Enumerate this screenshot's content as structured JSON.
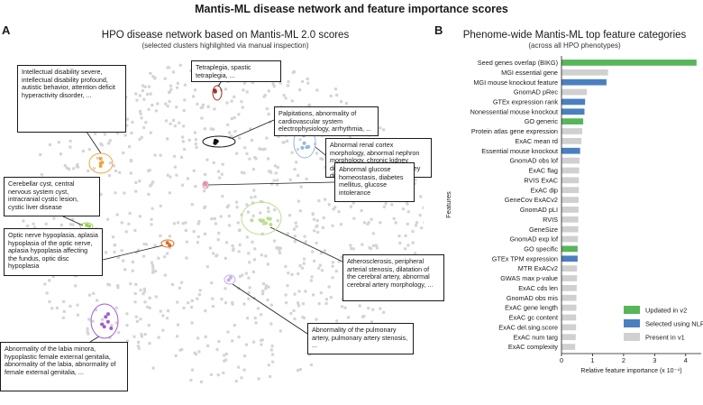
{
  "title": "Mantis-ML disease network and feature importance scores",
  "panel_a": {
    "letter": "A",
    "title": "HPO disease network based on Mantis-ML 2.0 scores",
    "subtitle": "(selected clusters highlighted via manual inspection)",
    "annotations": [
      {
        "text": "Intellectual disability severe, intellectual disability  profound, autistic behavior, attention deficit hyperactivity disorder, ...",
        "color": "#f2a43a"
      },
      {
        "text": "Tetraplegia, spastic tetraplegia, ...",
        "color": "#9a3327"
      },
      {
        "text": "Palpitations, abnormality of cardiovascular system electrophysiology, arrhythmia, ...",
        "color": "#111111"
      },
      {
        "text": "Abnormal renal cortex morphology, abnormal nephron morphology, chronic kidney disease, stage 5 chronic kidney disease, ...",
        "color": "#8fb8e0"
      },
      {
        "text": "Abnormal glucose homeostasis, diabetes mellitus, glucose intolerance",
        "color": "#e58ea5"
      },
      {
        "text": "Cerebellar cyst, central nervous system cyst, intracranial cystic lesion, cystic liver disease",
        "color": "#9ccc55"
      },
      {
        "text": "Optic nerve hypoplasia, aplasia hypoplasia of the optic nerve, aplasia hypoplasia affecting the fundus, optic disc hypoplasia",
        "color": "#e06a1f"
      },
      {
        "text": "Atherosclerosis, peripheral arterial stenosis, dilatation of the cerebral artery, abnormal cerebral artery morphology, ...",
        "color": "#b6e08a"
      },
      {
        "text": "Abnormality of the pulmonary artery, pulmonary artery stenosis, ...",
        "color": "#c5b0e6"
      },
      {
        "text": "Abnormality of the labia minora, hypoplastic female external genitalia, abnormality of the labia, abnormality of female external genitalia, ...",
        "color": "#a45ad8"
      }
    ]
  },
  "panel_b": {
    "letter": "B",
    "title": "Phenome-wide Mantis-ML top feature categories",
    "subtitle": "(across all HPO phenotypes)"
  },
  "chart_data": {
    "type": "bar",
    "orientation": "horizontal",
    "ylabel": "Features",
    "xlabel": "Relative feature importance (x 10⁻⁴)",
    "xlim": [
      0,
      4.5
    ],
    "xticks": [
      "0",
      "1",
      "2",
      "3",
      "4"
    ],
    "legend_position": "bottom-right",
    "legend": [
      {
        "label": "Updated in v2",
        "color": "#58b65a"
      },
      {
        "label": "Selected using NLP",
        "color": "#4a80c0"
      },
      {
        "label": "Present in v1",
        "color": "#d0d0d0"
      }
    ],
    "bars": [
      {
        "label": "Seed genes overlap (BIKG)",
        "value": 4.35,
        "group": "Updated in v2"
      },
      {
        "label": "MGI essential gene",
        "value": 1.5,
        "group": "Present in v1"
      },
      {
        "label": "MGI mouse knockout feature",
        "value": 1.45,
        "group": "Selected using NLP"
      },
      {
        "label": "GnomAD pRec",
        "value": 0.82,
        "group": "Present in v1"
      },
      {
        "label": "GTEx expression rank",
        "value": 0.76,
        "group": "Selected using NLP"
      },
      {
        "label": "Nonessential mouse knockout",
        "value": 0.74,
        "group": "Selected using NLP"
      },
      {
        "label": "GO generic",
        "value": 0.7,
        "group": "Updated in v2"
      },
      {
        "label": "Protein atlas gene expression",
        "value": 0.67,
        "group": "Present in v1"
      },
      {
        "label": "ExAC mean rd",
        "value": 0.64,
        "group": "Present in v1"
      },
      {
        "label": "Essential mouse knockout",
        "value": 0.6,
        "group": "Selected using NLP"
      },
      {
        "label": "GnomAD obs lof",
        "value": 0.58,
        "group": "Present in v1"
      },
      {
        "label": "ExAC flag",
        "value": 0.57,
        "group": "Present in v1"
      },
      {
        "label": "RVIS ExAC",
        "value": 0.56,
        "group": "Present in v1"
      },
      {
        "label": "ExAC dip",
        "value": 0.56,
        "group": "Present in v1"
      },
      {
        "label": "GeneCov ExACv2",
        "value": 0.55,
        "group": "Present in v1"
      },
      {
        "label": "GnomAD pLI",
        "value": 0.55,
        "group": "Present in v1"
      },
      {
        "label": "RVIS",
        "value": 0.54,
        "group": "Present in v1"
      },
      {
        "label": "GeneSize",
        "value": 0.54,
        "group": "Present in v1"
      },
      {
        "label": "GnomAD exp lof",
        "value": 0.53,
        "group": "Present in v1"
      },
      {
        "label": "GO specific",
        "value": 0.52,
        "group": "Updated in v2"
      },
      {
        "label": "GTEx TPM expression",
        "value": 0.52,
        "group": "Selected using NLP"
      },
      {
        "label": "MTR ExACv2",
        "value": 0.5,
        "group": "Present in v1"
      },
      {
        "label": "GWAS max p-value",
        "value": 0.5,
        "group": "Present in v1"
      },
      {
        "label": "ExAC cds len",
        "value": 0.49,
        "group": "Present in v1"
      },
      {
        "label": "GnomAD obs mis",
        "value": 0.48,
        "group": "Present in v1"
      },
      {
        "label": "ExAC gene length",
        "value": 0.48,
        "group": "Present in v1"
      },
      {
        "label": "ExAC gc content",
        "value": 0.47,
        "group": "Present in v1"
      },
      {
        "label": "ExAC del.sing.score",
        "value": 0.47,
        "group": "Present in v1"
      },
      {
        "label": "ExAC num targ",
        "value": 0.46,
        "group": "Present in v1"
      },
      {
        "label": "ExAC complexity",
        "value": 0.44,
        "group": "Present in v1"
      }
    ]
  }
}
